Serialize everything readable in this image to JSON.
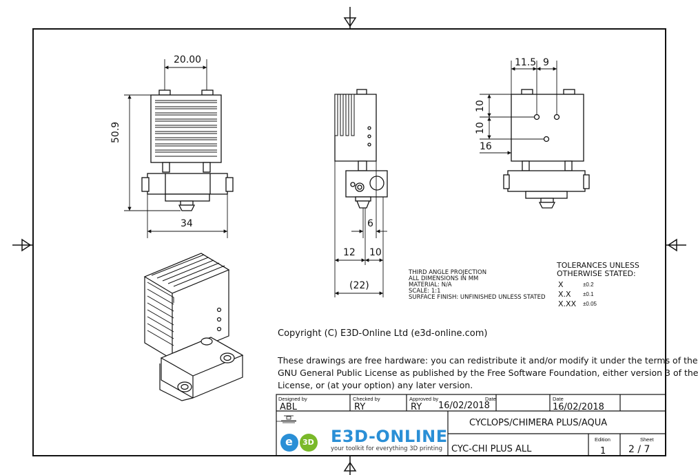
{
  "dimensions": {
    "front_width_top": "20.00",
    "front_height": "50.9",
    "front_width_bottom": "34",
    "side_nozzle_offset": "6",
    "side_left": "12",
    "side_right": "10",
    "side_total": "(22)",
    "back_h1": "11.5",
    "back_h2": "9",
    "back_v1": "10",
    "back_v2": "10",
    "back_v3": "16"
  },
  "notes": {
    "projection": "THIRD ANGLE PROJECTION",
    "units": "ALL DIMENSIONS IN MM",
    "material": "MATERIAL: N/A",
    "scale": "SCALE: 1:1",
    "finish": "SURFACE FINISH: UNFINISHED UNLESS STATED"
  },
  "tolerances": {
    "title_line1": "TOLERANCES UNLESS",
    "title_line2": "OTHERWISE STATED:",
    "rows": [
      {
        "label": "X",
        "value": "±0.2"
      },
      {
        "label": "X.X",
        "value": "±0.1"
      },
      {
        "label": "X.XX",
        "value": "±0.05"
      }
    ]
  },
  "copyright": "Copyright (C) E3D-Online Ltd (e3d-online.com)",
  "license_lines": [
    "These drawings are free hardware: you can redistribute it and/or modify it under the terms of the",
    "GNU General Public License as published by the Free Software Foundation, either version 3 of the",
    "License, or (at your option) any later version."
  ],
  "title_block": {
    "designed_by_label": "Designed by",
    "designed_by": "ABL",
    "checked_by_label": "Checked by",
    "checked_by": "RY",
    "approved_by_label": "Approved by",
    "approved_by": "RY",
    "date_label_1": "Date",
    "date_1": "16/02/2018",
    "date_label_2": "Date",
    "date_2": "16/02/2018",
    "part_title": "CYCLOPS/CHIMERA PLUS/AQUA",
    "part_number": "CYC-CHI PLUS ALL",
    "edition_label": "Edition",
    "edition": "1",
    "sheet_label": "Sheet",
    "sheet": "2 / 7",
    "logo_name": "E3D-ONLINE",
    "logo_tagline": "your toolkit for everything 3D printing",
    "logo_e": "e",
    "logo_3d": "3D",
    "colors": {
      "logo_blue": "#2a8fd6",
      "logo_green": "#7ab929"
    }
  }
}
